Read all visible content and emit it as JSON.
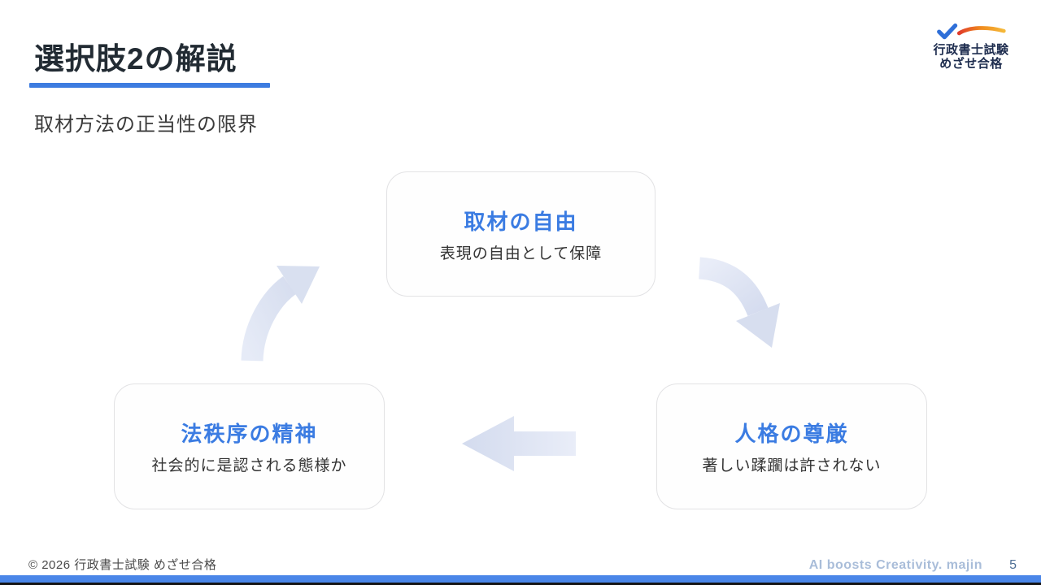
{
  "slide": {
    "title": "選択肢2の解説",
    "subtitle": "取材方法の正当性の限界",
    "copyright": "© 2026 行政書士試験 めざせ合格",
    "watermark": "AI boosts Creativity. majin",
    "page_number": "5"
  },
  "logo": {
    "line1": "行政書士試験",
    "line2": "めざせ合格",
    "mark_icon": "checkmark-swoosh"
  },
  "diagram": {
    "type": "cycle",
    "nodes": [
      {
        "position": "top",
        "title": "取材の自由",
        "description": "表現の自由として保障"
      },
      {
        "position": "bottom-right",
        "title": "人格の尊厳",
        "description": "著しい蹂躙は許されない"
      },
      {
        "position": "bottom-left",
        "title": "法秩序の精神",
        "description": "社会的に是認される態様か"
      }
    ],
    "arrows": [
      {
        "from": "top",
        "to": "bottom-right",
        "shape": "curved-down-right"
      },
      {
        "from": "bottom-right",
        "to": "bottom-left",
        "shape": "straight-left"
      },
      {
        "from": "bottom-left",
        "to": "top",
        "shape": "curved-up-right"
      }
    ]
  },
  "colors": {
    "accent_blue": "#3d7ce0",
    "node_title_blue": "#3b7ce2",
    "node_border": "#e2e2e4",
    "arrow_fill": "#dbe1f0",
    "bottom_bar_blue": "#4a86e8",
    "bottom_strip_black": "#141414",
    "watermark_blue": "#a9bdd9",
    "page_number_blue": "#4e6e95",
    "logo_text_navy": "#1d2c4e",
    "logo_check_blue": "#2f6fd8",
    "logo_swoosh_red": "#e03b2a",
    "logo_swoosh_gold": "#f5b93a"
  }
}
